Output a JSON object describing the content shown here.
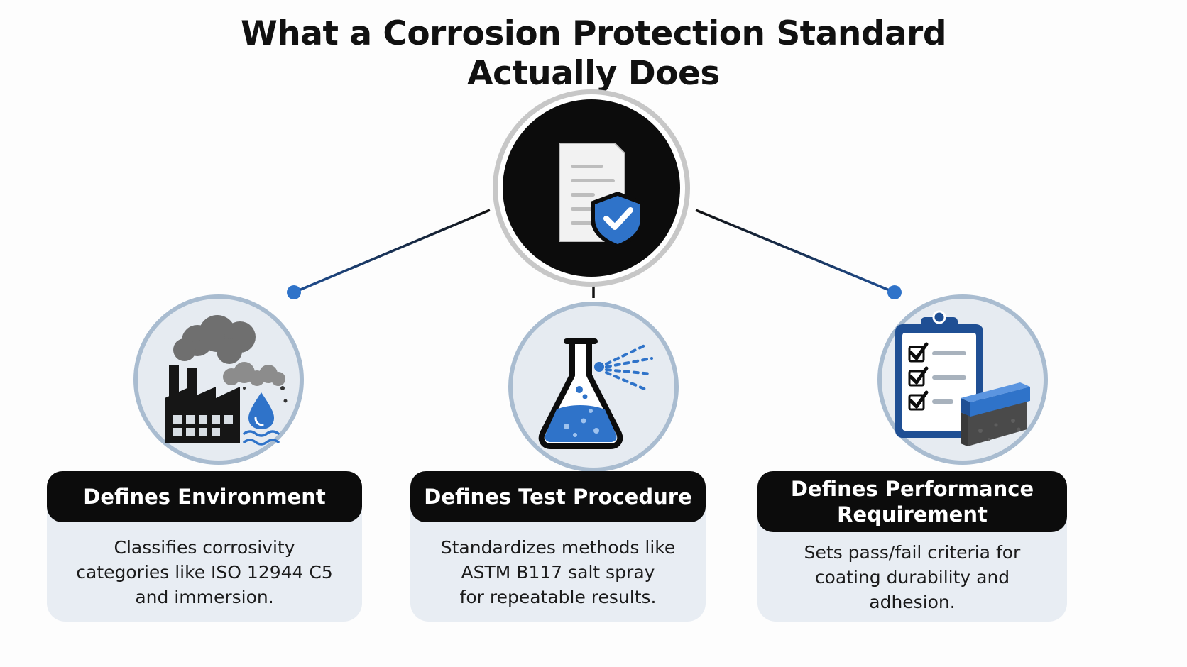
{
  "title": {
    "line1": "What a Corrosion Protection Standard",
    "line2": "Actually Does"
  },
  "hub": {
    "icon": "document-shield-check-icon"
  },
  "cards": [
    {
      "icon": "factory-pollution-water-icon",
      "heading": "Defines Environment",
      "body_lines": [
        "Classifies corrosivity",
        "categories like ISO 12944 C5",
        "and immersion."
      ]
    },
    {
      "icon": "flask-spray-icon",
      "heading": "Defines Test Procedure",
      "body_lines": [
        "Standardizes methods like",
        "ASTM B117 salt spray",
        "for repeatable results."
      ]
    },
    {
      "icon": "clipboard-coating-sample-icon",
      "heading_lines": [
        "Defines Performance",
        "Requirement"
      ],
      "body_lines": [
        "Sets pass/fail criteria for",
        "coating durability and adhesion."
      ]
    }
  ],
  "colors": {
    "accent_blue": "#2f73c9",
    "dark": "#0c0c0c",
    "card_bg": "#e8edf3",
    "node_ring": "#a9bcd0"
  }
}
